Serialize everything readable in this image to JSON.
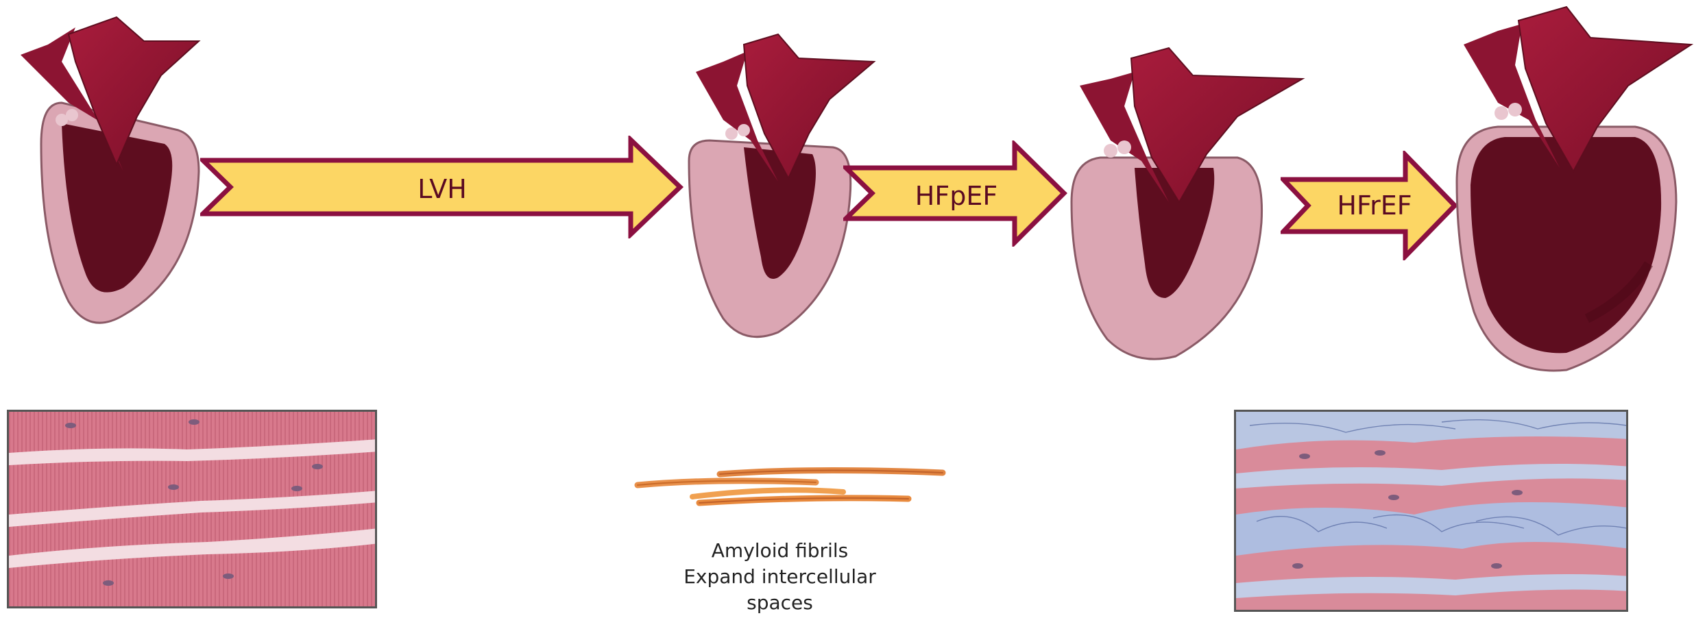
{
  "arrows": {
    "lvh": "LVH",
    "hfpef": "HFpEF",
    "hfref": "HFrEF"
  },
  "caption": {
    "line1": "Amyloid fibrils",
    "line2": "Expand intercellular",
    "line3": "spaces"
  },
  "colors": {
    "arrow_fill": "#fcd664",
    "arrow_border": "#8b1040",
    "myocardium": "#dba6b3",
    "chamber": "#5e0d1f",
    "vessel": "#9a1634",
    "tissue_pink": "#d97c8e",
    "fibrosis_blue": "#9cb0d6"
  },
  "hearts": [
    "normal-heart",
    "hypertrophied-heart",
    "restrictive-heart",
    "dilated-heart"
  ],
  "tissues": [
    "normal-myocardium-histology",
    "amyloid-fibrils",
    "fibrotic-myocardium-histology"
  ]
}
